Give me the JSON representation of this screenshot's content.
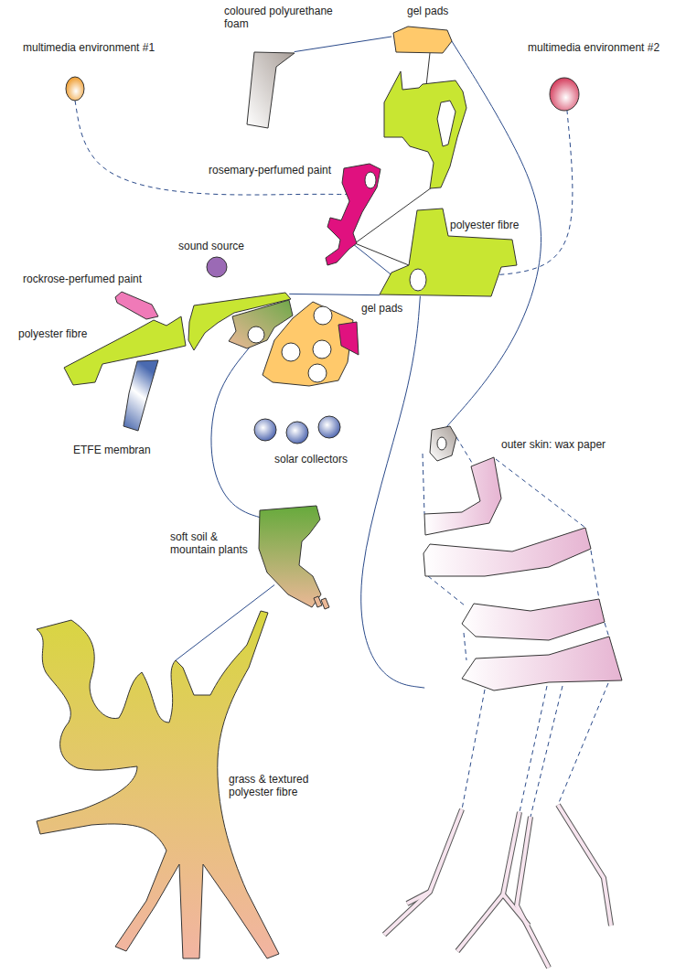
{
  "diagram": {
    "nodes": [
      {
        "text": [
          "coloured polyurethane foam"
        ]
      },
      {
        "text": [
          "gel pads"
        ]
      },
      {
        "text": [
          "multimedia environment #1"
        ]
      },
      {
        "text": [
          "multimedia environment #2"
        ]
      },
      {
        "text": [
          "rosemary-perfumed paint"
        ]
      },
      {
        "text": [
          "sound source"
        ]
      },
      {
        "text": [
          "polyester fibre"
        ]
      },
      {
        "text": [
          "rockrose-perfumed paint"
        ]
      },
      {
        "text": [
          "polyester fibre"
        ]
      },
      {
        "text": [
          "gel pads"
        ]
      },
      {
        "text": [
          "ETFE membran"
        ]
      },
      {
        "text": [
          "solar collectors"
        ]
      },
      {
        "text": [
          "outer skin: wax paper"
        ]
      },
      {
        "text": [
          "soft soil & mountain plants"
        ]
      },
      {
        "text": [
          "grass & textured polyester fibre"
        ]
      }
    ],
    "edges": [
      {
        "from": 0,
        "to": 1,
        "arrow": "none"
      },
      {
        "from": 1,
        "to": 12,
        "arrow": "none"
      },
      {
        "from": 4,
        "to": 6,
        "arrow": "none"
      },
      {
        "from": 6,
        "to": 8,
        "arrow": "none"
      },
      {
        "from": 6,
        "to": 12,
        "arrow": "none"
      },
      {
        "from": 2,
        "to": 4,
        "arrow": "none"
      },
      {
        "from": 3,
        "to": 6,
        "arrow": "none"
      },
      {
        "from": 9,
        "to": 13,
        "arrow": "none"
      },
      {
        "from": 13,
        "to": 14,
        "arrow": "none"
      }
    ]
  }
}
